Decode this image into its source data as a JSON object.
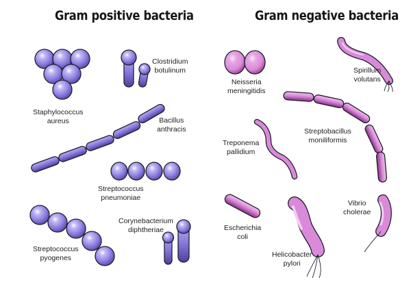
{
  "headings": {
    "left": "Gram positive bacteria",
    "right": "Gram negative bacteria"
  },
  "colors": {
    "gram_positive": "#8a7de0",
    "gram_positive_shade": "#4e3f9c",
    "gram_negative": "#d98ad8",
    "gram_negative_shade": "#8a2f86",
    "outline": "#1e1e2a"
  },
  "gram_positive": [
    {
      "id": "staph",
      "line1": "Staphylococcus",
      "line2": "aureus",
      "shape": "grape-cluster"
    },
    {
      "id": "clostridium",
      "line1": "Clostridium",
      "line2": "botulinum",
      "shape": "drumstick-rods"
    },
    {
      "id": "bacillus",
      "line1": "Bacillus",
      "line2": "anthracis",
      "shape": "rod-chain"
    },
    {
      "id": "strep-pneumo",
      "line1": "Streptococcus",
      "line2": "pneumoniae",
      "shape": "diplococci-row"
    },
    {
      "id": "strep-pyo",
      "line1": "Streptococcus",
      "line2": "pyogenes",
      "shape": "cocci-chain"
    },
    {
      "id": "coryne",
      "line1": "Corynebacterium",
      "line2": "diphtheriae",
      "shape": "club-rods"
    }
  ],
  "gram_negative": [
    {
      "id": "neisseria",
      "line1": "Neisseria",
      "line2": "meningitidis",
      "shape": "diplococci"
    },
    {
      "id": "spirillum",
      "line1": "Spirillum",
      "line2": "volutans",
      "shape": "spiral-flagellated"
    },
    {
      "id": "streptobacillus",
      "line1": "Streptobacillus",
      "line2": "moniliformis",
      "shape": "rod-chain"
    },
    {
      "id": "treponema",
      "line1": "Treponema",
      "line2": "pallidium",
      "shape": "spirochete"
    },
    {
      "id": "ecoli",
      "line1": "Escherichia",
      "line2": "coli",
      "shape": "rod"
    },
    {
      "id": "vibrio",
      "line1": "Vibrio",
      "line2": "cholerae",
      "shape": "comma-flagellated"
    },
    {
      "id": "helicobacter",
      "line1": "Helicobacter",
      "line2": "pylori",
      "shape": "curved-flagellated"
    }
  ]
}
